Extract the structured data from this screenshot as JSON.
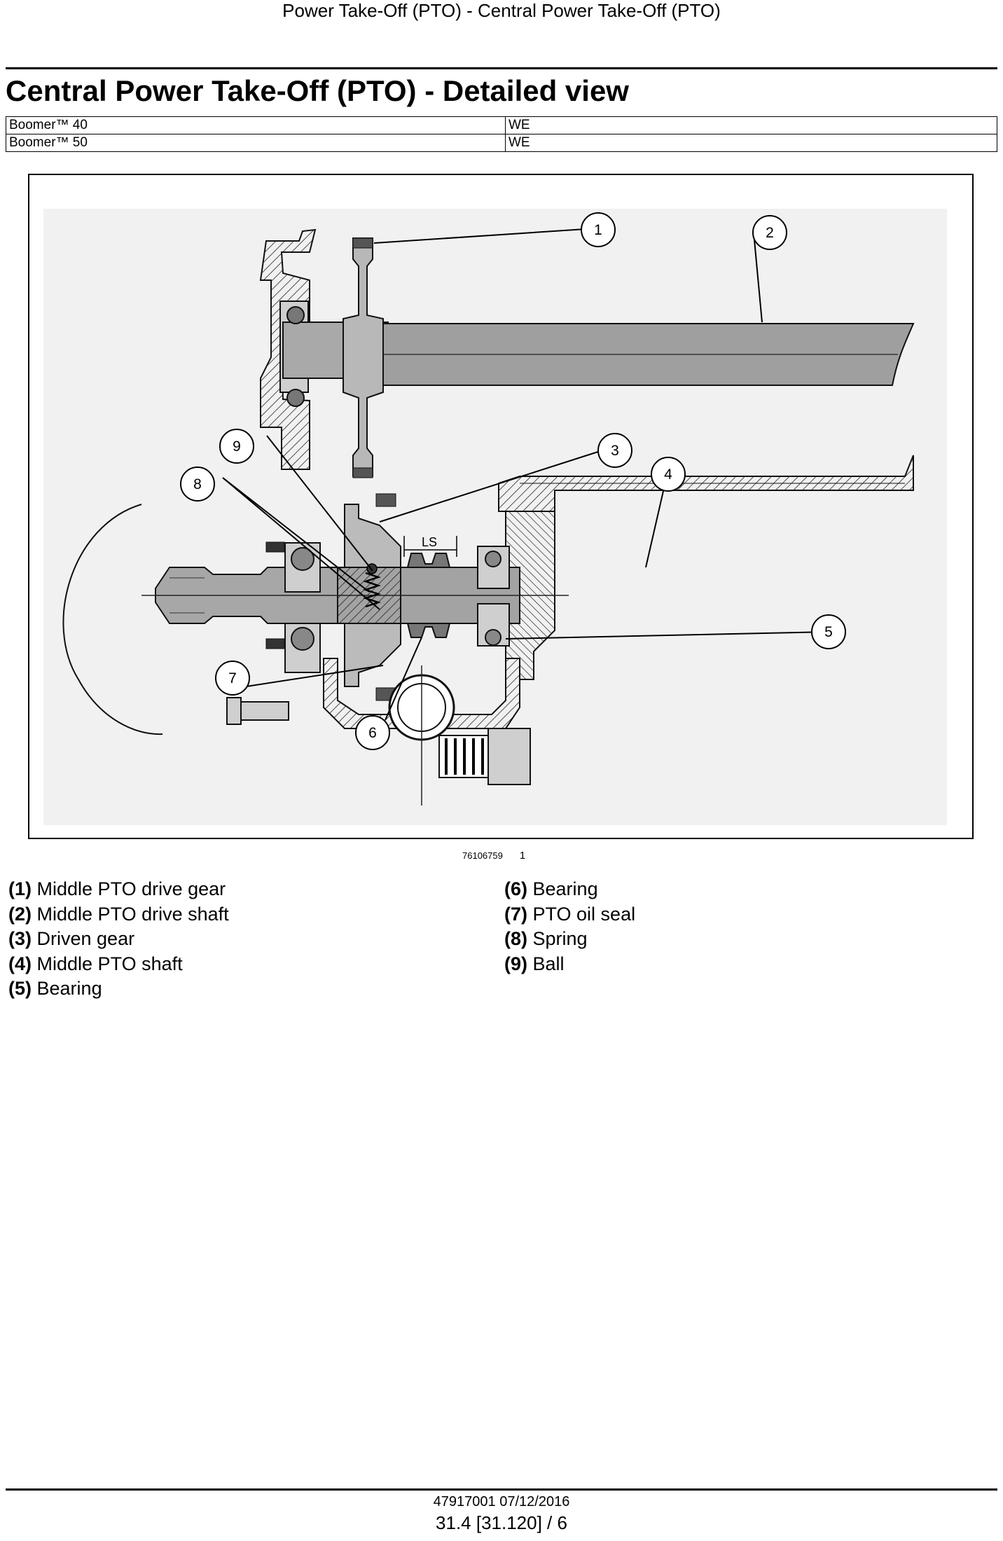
{
  "header": {
    "running_title": "Power Take-Off (PTO) - Central Power Take-Off (PTO)"
  },
  "page_title": "Central Power Take-Off (PTO) - Detailed view",
  "models": [
    {
      "model": "Boomer™ 40",
      "code": "WE"
    },
    {
      "model": "Boomer™ 50",
      "code": "WE"
    }
  ],
  "figure": {
    "image_id": "76106759",
    "figure_number": "1",
    "dimension_label": "LS",
    "callouts": [
      "1",
      "2",
      "3",
      "4",
      "5",
      "6",
      "7",
      "8",
      "9"
    ]
  },
  "legend": {
    "left": [
      {
        "num": "(1)",
        "text": "Middle PTO drive gear"
      },
      {
        "num": "(2)",
        "text": "Middle PTO drive shaft"
      },
      {
        "num": "(3)",
        "text": "Driven gear"
      },
      {
        "num": "(4)",
        "text": "Middle PTO shaft"
      },
      {
        "num": "(5)",
        "text": "Bearing"
      }
    ],
    "right": [
      {
        "num": "(6)",
        "text": "Bearing"
      },
      {
        "num": "(7)",
        "text": "PTO oil seal"
      },
      {
        "num": "(8)",
        "text": "Spring"
      },
      {
        "num": "(9)",
        "text": "Ball"
      }
    ]
  },
  "footer": {
    "doc": "47917001 07/12/2016",
    "page": "31.4 [31.120] / 6"
  }
}
